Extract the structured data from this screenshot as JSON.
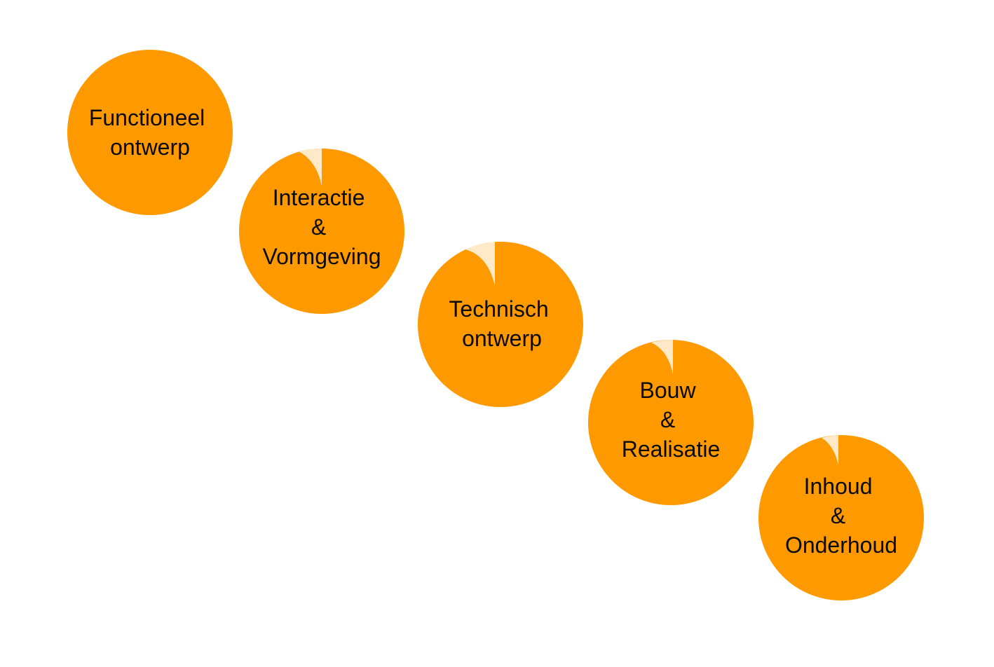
{
  "colors": {
    "circle": "#ff9900",
    "notch": "#ffe9c8",
    "text": "#0a0a0a",
    "background": "#ffffff"
  },
  "phases": [
    {
      "lines": [
        "Functioneel",
        "ontwerp"
      ]
    },
    {
      "lines": [
        "Interactie",
        "&",
        "Vormgeving"
      ]
    },
    {
      "lines": [
        "Technisch",
        "ontwerp"
      ]
    },
    {
      "lines": [
        "Bouw",
        "&",
        "Realisatie"
      ]
    },
    {
      "lines": [
        "Inhoud",
        "&",
        "Onderhoud"
      ]
    }
  ]
}
